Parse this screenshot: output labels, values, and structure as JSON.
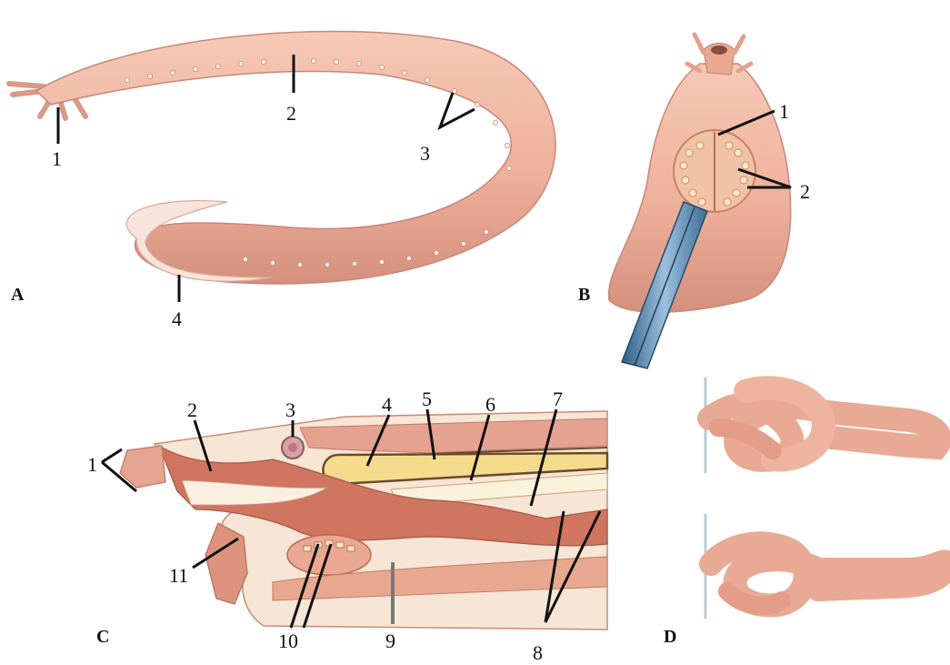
{
  "panels": [
    {
      "letter": "A"
    },
    {
      "letter": "B"
    },
    {
      "letter": "C"
    },
    {
      "letter": "D"
    }
  ],
  "labels_a": [
    "1",
    "2",
    "3",
    "4"
  ],
  "labels_b": [
    "1",
    "2"
  ],
  "labels_c": [
    "1",
    "2",
    "3",
    "4",
    "5",
    "6",
    "7",
    "8",
    "9",
    "10",
    "11"
  ],
  "colors": {
    "skin": "#eeb19c",
    "skin_shade": "#d98f7c",
    "muscle": "#c8604a",
    "notochord": "#f4dc8c",
    "pale": "#f8ecd8",
    "instrument": "#5f8fb6"
  }
}
